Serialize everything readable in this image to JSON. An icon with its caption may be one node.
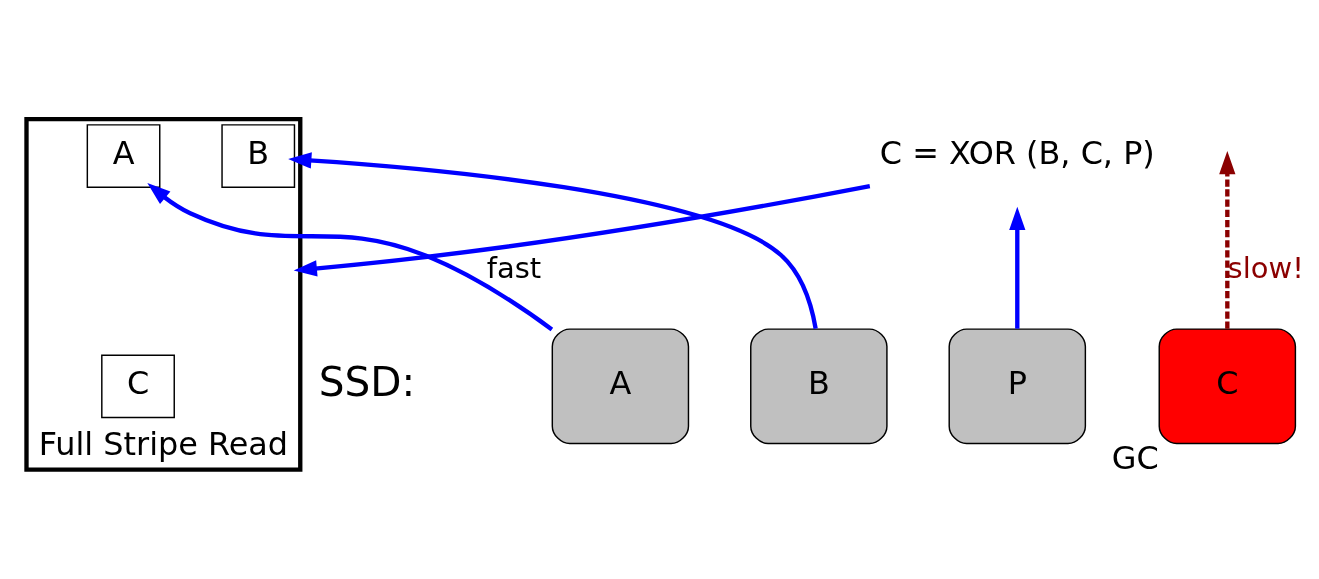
{
  "diagram": {
    "nodes": [
      {
        "text": [
          "Full Stripe Read"
        ]
      },
      {
        "text": [
          "A"
        ],
        "in": 0
      },
      {
        "text": [
          "B"
        ],
        "in": 0
      },
      {
        "text": [
          "C"
        ],
        "in": 0
      },
      {
        "text": [
          "C = XOR (B, C, P)"
        ]
      },
      {
        "text": [
          "A"
        ]
      },
      {
        "text": [
          "B"
        ]
      },
      {
        "text": [
          "C"
        ],
        "beside": [
          "GC"
        ]
      },
      {
        "text": [
          "P"
        ]
      }
    ],
    "edges": [
      {
        "from": 5,
        "to": 1,
        "arrow": "to",
        "label": "fast"
      },
      {
        "from": 6,
        "to": 2,
        "arrow": "to"
      },
      {
        "from": 7,
        "to": null,
        "arrow": "to",
        "label": "slow!",
        "style": "dashed",
        "color": "#8b0000"
      },
      {
        "from": 8,
        "to": 4,
        "arrow": "to"
      },
      {
        "from": 4,
        "to": 0,
        "arrow": "to"
      }
    ],
    "labels": [
      "SSD:"
    ]
  }
}
